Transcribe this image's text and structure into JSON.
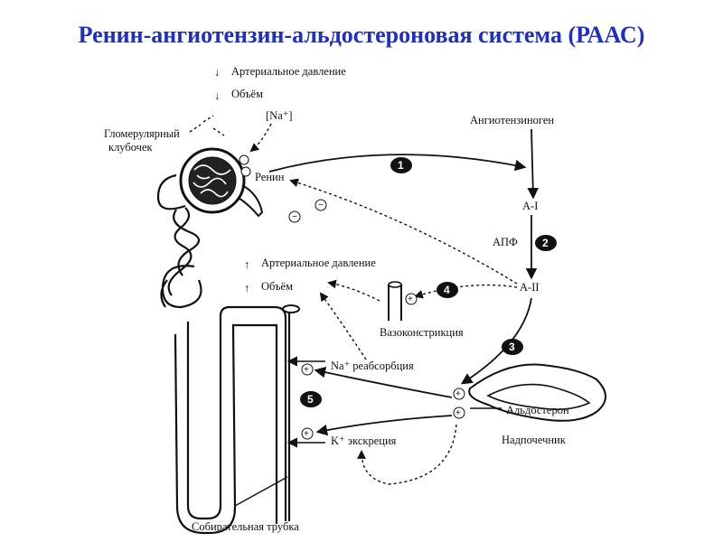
{
  "title": "Ренин-ангиотензин-альдостероновая система (РААС)",
  "arrows": {
    "down": "↓",
    "up": "↑"
  },
  "labels": {
    "arterial_pressure_top": "Артериальное давление",
    "volume_top": "Объём",
    "sodium": "[Na⁺]",
    "glomerulus_line1": "Гломерулярный",
    "glomerulus_line2": "клубочек",
    "renin": "Ренин",
    "angiotensinogen": "Ангиотензиноген",
    "a1": "А-I",
    "apf": "АПФ",
    "a2": "А-II",
    "arterial_pressure_mid": "Артериальное давление",
    "volume_mid": "Объём",
    "vasoconstriction": "Вазоконстрикция",
    "na_reabsorption": "Na⁺ реабсорбция",
    "aldosterone": "Альдостерон",
    "k_excretion": "K⁺ экскреция",
    "adrenal": "Надпочечник",
    "collecting_duct": "Собирательная трубка"
  },
  "markers": [
    "1",
    "2",
    "3",
    "4",
    "5"
  ],
  "signs": {
    "minus": "−",
    "plus": "+"
  }
}
